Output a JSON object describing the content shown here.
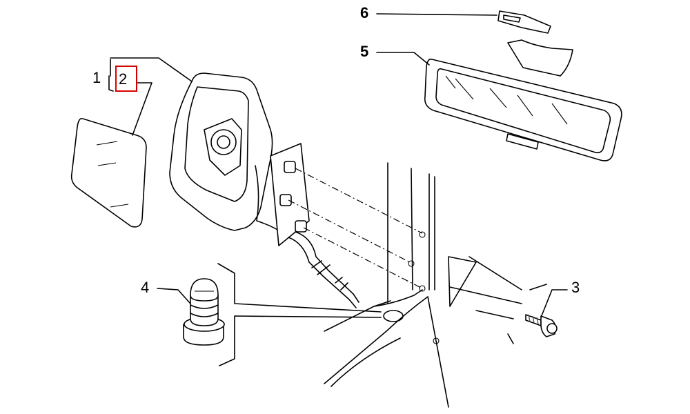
{
  "labels": {
    "part_1": "1",
    "part_2": "2",
    "part_3": "3",
    "part_4": "4",
    "part_5": "5",
    "part_6": "6"
  },
  "colors": {
    "line": "#000000",
    "highlight_box": "#d40000",
    "background": "#ffffff"
  }
}
